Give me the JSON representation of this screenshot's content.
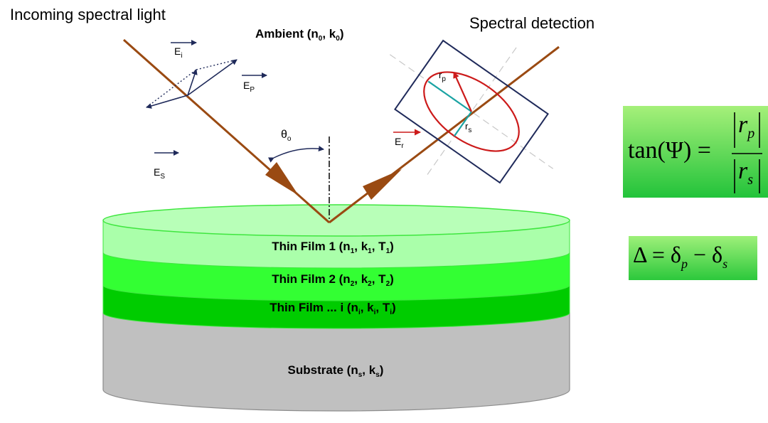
{
  "labels": {
    "incoming": "Incoming spectral light",
    "detection": "Spectral detection",
    "ambient": {
      "base": "Ambient (n",
      "s1": "0",
      "mid": ", k",
      "s2": "0",
      "end": ")"
    },
    "theta": {
      "base": "θ",
      "sub": "o"
    },
    "Ei": {
      "base": "E",
      "sub": "i"
    },
    "Ep": {
      "base": "E",
      "sub": "P"
    },
    "Es": {
      "base": "E",
      "sub": "S"
    },
    "Er": {
      "base": "E",
      "sub": "r"
    },
    "rp": {
      "base": "r",
      "sub": "p"
    },
    "rs": {
      "base": "r",
      "sub": "s"
    }
  },
  "layers": [
    {
      "base": "Thin Film 1 (n",
      "s1": "1",
      "m1": ", k",
      "s2": "1",
      "m2": ", T",
      "s3": "1",
      "end": ")"
    },
    {
      "base": "Thin Film 2 (n",
      "s1": "2",
      "m1": ", k",
      "s2": "2",
      "m2": ", T",
      "s3": "2",
      "end": ")"
    },
    {
      "base": "Thin Film ... i (n",
      "s1": "i",
      "m1": ", k",
      "s2": "i",
      "m2": ", T",
      "s3": "i",
      "end": ")"
    }
  ],
  "substrate": {
    "base": "Substrate (n",
    "s1": "s",
    "mid": ", k",
    "s2": "s",
    "end": ")"
  },
  "formulas": {
    "psi": {
      "lhs": "tan(Ψ) =",
      "num": "r",
      "num_sub": "p",
      "den": "r",
      "den_sub": "s"
    },
    "delta": {
      "lhs": "Δ = δ",
      "sub1": "p",
      "mid": " − δ",
      "sub2": "s"
    }
  },
  "colors": {
    "beam": "#9a4a12",
    "vector": "#1f2a5a",
    "ellipse": "#cc1a1a",
    "rline": "#1aa3a3",
    "film1": "#aaffaa",
    "film2": "#33ff33",
    "film3": "#00cc00",
    "substrate": "#c0c0c0"
  }
}
